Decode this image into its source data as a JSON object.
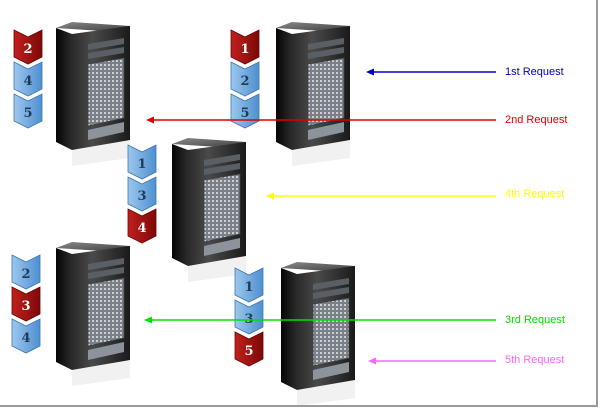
{
  "colors": {
    "request_1": "#0000c8",
    "request_2": "#e00000",
    "request_3": "#00e000",
    "request_4": "#ffff00",
    "request_5": "#ff66ff",
    "chevron_blue": "#6fa8dc",
    "chevron_red": "#a30f0f"
  },
  "servers": [
    {
      "id": "server-a",
      "stack": [
        {
          "n": "2",
          "active": true
        },
        {
          "n": "4",
          "active": false
        },
        {
          "n": "5",
          "active": false
        }
      ]
    },
    {
      "id": "server-b",
      "stack": [
        {
          "n": "1",
          "active": true
        },
        {
          "n": "2",
          "active": false
        },
        {
          "n": "5",
          "active": false
        }
      ]
    },
    {
      "id": "server-c",
      "stack": [
        {
          "n": "1",
          "active": false
        },
        {
          "n": "3",
          "active": false
        },
        {
          "n": "4",
          "active": true
        }
      ]
    },
    {
      "id": "server-d",
      "stack": [
        {
          "n": "2",
          "active": false
        },
        {
          "n": "3",
          "active": true
        },
        {
          "n": "4",
          "active": false
        }
      ]
    },
    {
      "id": "server-e",
      "stack": [
        {
          "n": "1",
          "active": false
        },
        {
          "n": "3",
          "active": false
        },
        {
          "n": "5",
          "active": true
        }
      ]
    }
  ],
  "requests": [
    {
      "label": "1st Request",
      "color_key": "request_1",
      "target": "server-b"
    },
    {
      "label": "2nd Request",
      "color_key": "request_2",
      "target": "server-a"
    },
    {
      "label": "4th Request",
      "color_key": "request_4",
      "target": "server-c"
    },
    {
      "label": "3rd Request",
      "color_key": "request_3",
      "target": "server-d"
    },
    {
      "label": "5th Request",
      "color_key": "request_5",
      "target": "server-e"
    }
  ]
}
